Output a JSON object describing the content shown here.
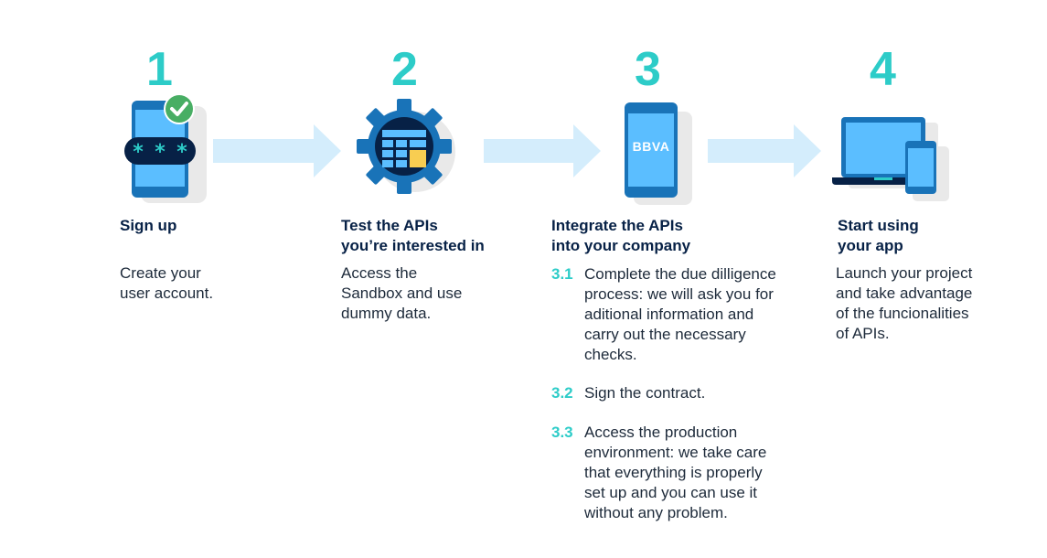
{
  "steps": [
    {
      "number": "1",
      "title": [
        "Sign up"
      ],
      "description": [
        "Create your",
        "user account."
      ],
      "icon": "phone-password-check-icon"
    },
    {
      "number": "2",
      "title": [
        "Test the APIs",
        "you’re interested in"
      ],
      "description": [
        "Access the",
        "Sandbox and use",
        "dummy data."
      ],
      "icon": "gear-table-icon"
    },
    {
      "number": "3",
      "title": [
        "Integrate the APIs",
        "into your company"
      ],
      "icon": "phone-bbva-icon",
      "phone_text": "BBVA",
      "substeps": [
        {
          "number": "3.1",
          "text": [
            "Complete the due dilligence",
            "process: we will ask you for",
            "aditional information and",
            "carry out the necessary",
            "checks."
          ]
        },
        {
          "number": "3.2",
          "text": [
            "Sign the contract."
          ]
        },
        {
          "number": "3.3",
          "text": [
            "Access the production",
            "environment: we take care",
            "that everything is properly",
            "set up and you can use it",
            "without any problem."
          ]
        }
      ]
    },
    {
      "number": "4",
      "title": [
        "Start using",
        "your app"
      ],
      "description": [
        "Launch your project",
        "and take advantage",
        "of the funcionalities",
        "of APIs."
      ],
      "icon": "laptop-phone-icon"
    }
  ],
  "colors": {
    "accent": "#2dccc8",
    "title": "#072146",
    "device_blue": "#1973b8",
    "device_light": "#5bbeff",
    "arrow": "#d4edfc",
    "shadow": "#e9e9e9",
    "check": "#48ae64",
    "highlight": "#f8cd51"
  }
}
